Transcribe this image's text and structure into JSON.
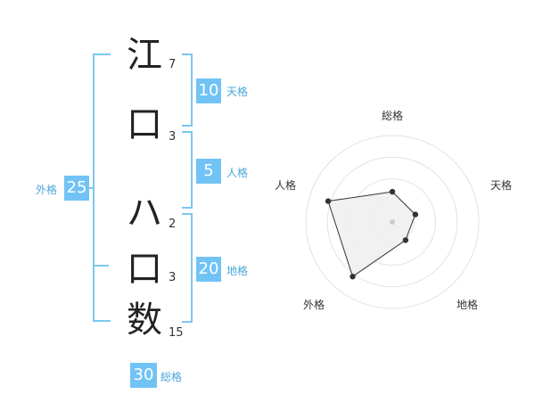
{
  "name": {
    "chars": [
      {
        "char": "江",
        "strokes": "7"
      },
      {
        "char": "口",
        "strokes": "3"
      },
      {
        "char": "ハ",
        "strokes": "2"
      },
      {
        "char": "口",
        "strokes": "3"
      },
      {
        "char": "数",
        "strokes": "15"
      }
    ]
  },
  "kakusu": {
    "tenkaku": {
      "value": "10",
      "label": "天格"
    },
    "jinkaku": {
      "value": "5",
      "label": "人格"
    },
    "chikaku": {
      "value": "20",
      "label": "地格"
    },
    "gaikaku": {
      "value": "25",
      "label": "外格"
    },
    "soukaku": {
      "value": "30",
      "label": "総格"
    }
  },
  "colors": {
    "bracket": "#7cc7f0",
    "badge": "#71c3f5",
    "label": "#4aa6da",
    "radar_fill": "#efefef"
  },
  "chart_data": {
    "type": "radar",
    "axes": [
      "総格",
      "天格",
      "地格",
      "外格",
      "人格"
    ],
    "values": [
      0.35,
      0.28,
      0.26,
      0.78,
      0.78
    ],
    "range": [
      0,
      1
    ],
    "rings": 4
  }
}
